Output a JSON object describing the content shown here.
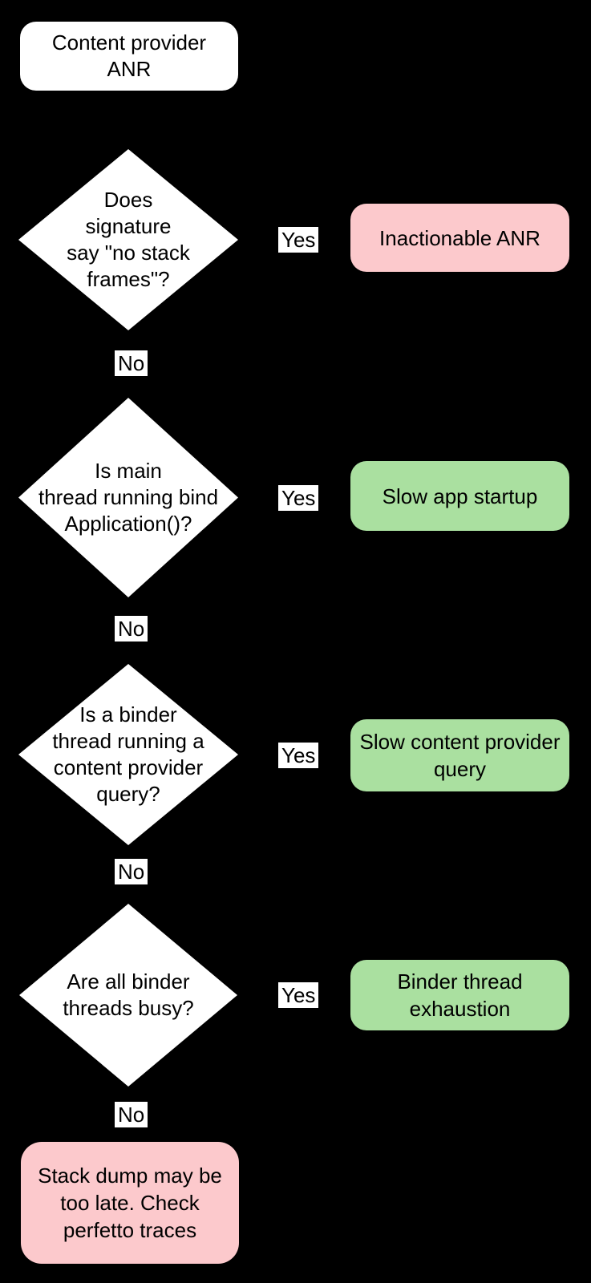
{
  "canvas": {
    "background": "#000000"
  },
  "colors": {
    "node_fill": "#ffffff",
    "label_bg": "#ffffff",
    "text": "#000000",
    "negative": "#fcc9cc",
    "positive": "#aae0a0"
  },
  "flow": {
    "start": {
      "label": "Content provider\nANR"
    },
    "decisions": [
      {
        "question": "Does\nsignature\nsay \"no stack\nframes\"?",
        "yes_label": "Yes",
        "no_label": "No",
        "outcome": "Inactionable ANR",
        "outcome_color": "#fcc9cc"
      },
      {
        "question": "Is main\nthread running bind\nApplication()?",
        "yes_label": "Yes",
        "no_label": "No",
        "outcome": "Slow app startup",
        "outcome_color": "#aae0a0"
      },
      {
        "question": "Is a binder\nthread running a\ncontent provider\nquery?",
        "yes_label": "Yes",
        "no_label": "No",
        "outcome": "Slow content provider\nquery",
        "outcome_color": "#aae0a0"
      },
      {
        "question": "Are all binder\nthreads busy?",
        "yes_label": "Yes",
        "no_label": "No",
        "outcome": "Binder thread\nexhaustion",
        "outcome_color": "#aae0a0"
      }
    ],
    "terminal": {
      "label": "Stack dump may be\ntoo late. Check\nperfetto traces",
      "color": "#fcc9cc"
    }
  }
}
